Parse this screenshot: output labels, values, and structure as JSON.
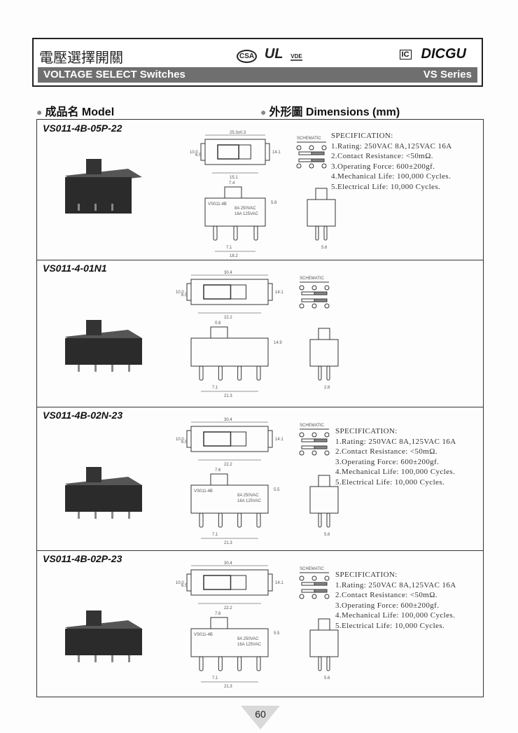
{
  "header": {
    "title_cn": "電壓選擇開關",
    "certifications": [
      "CSA",
      "UL",
      "VDE"
    ],
    "brand_mark": "IC",
    "brand": "DICGU",
    "subtitle": "VOLTAGE SELECT Switches",
    "series": "VS Series"
  },
  "subheaders": {
    "model": "成品名 Model",
    "dimensions": "外形圖 Dimensions (mm)"
  },
  "schematic_label": "SCHEMATIC",
  "products": [
    {
      "model": "VS011-4B-05P-22",
      "pins": 3,
      "dims": [
        "25.3±0.3",
        "10.0",
        "6.5",
        "14.1",
        "15.1",
        "7.4",
        "5.8",
        "7.1",
        "18.2",
        "5.6"
      ],
      "label": {
        "part": "VS011-4B",
        "r1": "8A 250VAC",
        "r2": "16A 125VAC"
      },
      "spec": [
        "SPECIFICATION:",
        "1.Rating: 250VAC  8A,125VAC  16A",
        "2.Contact Resistance: <50mΩ.",
        "3.Operating Force: 600±200gf.",
        "4.Mechanical Life: 100,000 Cycles.",
        "5.Electrical Life: 10,000 Cycles."
      ]
    },
    {
      "model": "VS011-4-01N1",
      "pins": 4,
      "dims": [
        "30.4",
        "10.0",
        "6.5",
        "14.1",
        "22.2",
        "0.8",
        "14.9",
        "7.1",
        "21.3",
        "2.8"
      ],
      "spec": []
    },
    {
      "model": "VS011-4B-02N-23",
      "pins": 4,
      "dims": [
        "30.4",
        "10.0",
        "6.5",
        "14.1",
        "22.2",
        "7.6",
        "5.5",
        "7.1",
        "21.3",
        "5.6"
      ],
      "label": {
        "part": "VS011-4B",
        "r1": "8A 250VAC",
        "r2": "16A 125VAC"
      },
      "spec": [
        "SPECIFICATION:",
        "1.Rating: 250VAC  8A,125VAC  16A",
        "2.Contact Resistance: <50mΩ.",
        "3.Operating Force: 600±200gf.",
        "4.Mechanical Life: 100,000 Cycles.",
        "5.Electrical Life: 10,000 Cycles."
      ]
    },
    {
      "model": "VS011-4B-02P-23",
      "pins": 4,
      "dims": [
        "30.4",
        "10.0",
        "6.5",
        "14.1",
        "22.2",
        "7.6",
        "5.5",
        "7.1",
        "21.3",
        "5.6"
      ],
      "label": {
        "part": "VS011-4B",
        "r1": "8A 250VAC",
        "r2": "16A 125VAC"
      },
      "spec": [
        "SPECIFICATION:",
        "1.Rating: 250VAC  8A,125VAC  16A",
        "2.Contact Resistance: <50mΩ.",
        "3.Operating Force: 600±200gf.",
        "4.Mechanical Life: 100,000 Cycles.",
        "5.Electrical Life: 10,000 Cycles."
      ]
    }
  ],
  "page_number": "60"
}
